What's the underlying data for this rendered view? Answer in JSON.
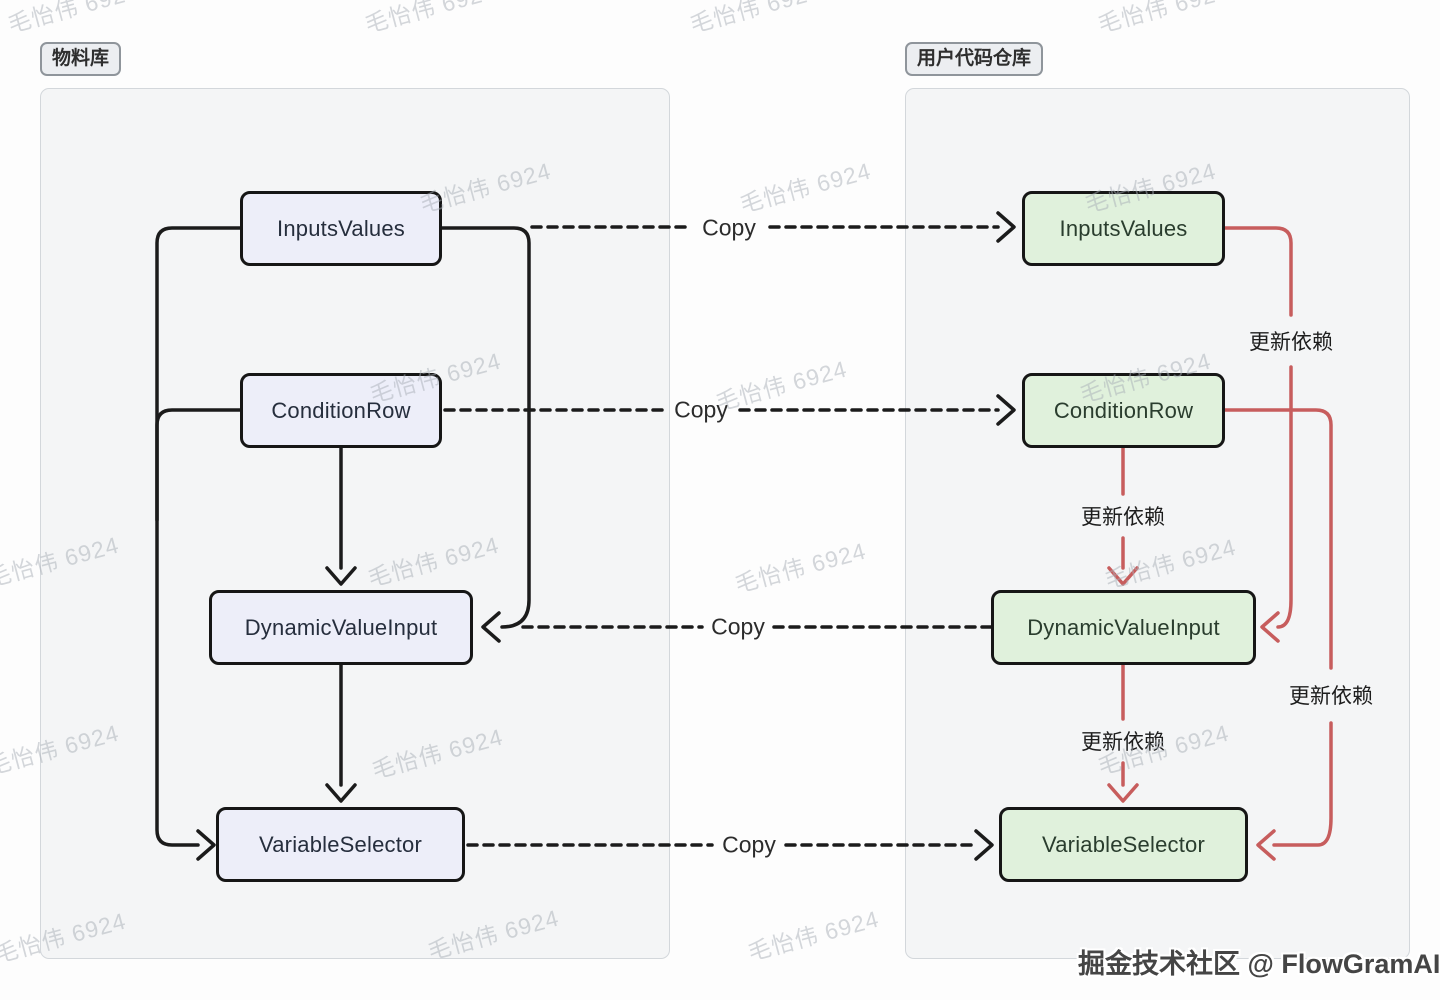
{
  "diagram": {
    "left_panel": {
      "label": "物料库",
      "nodes": [
        {
          "label": "InputsValues"
        },
        {
          "label": "ConditionRow"
        },
        {
          "label": "DynamicValueInput"
        },
        {
          "label": "VariableSelector"
        }
      ]
    },
    "right_panel": {
      "label": "用户代码仓库",
      "nodes": [
        {
          "label": "InputsValues"
        },
        {
          "label": "ConditionRow"
        },
        {
          "label": "DynamicValueInput"
        },
        {
          "label": "VariableSelector"
        }
      ]
    },
    "edge_labels": {
      "copy": "Copy",
      "update_dependency": "更新依赖"
    },
    "colors": {
      "left_node_fill": "#edeef9",
      "right_node_fill": "#e0f1dc",
      "node_border": "#161616",
      "edge_black": "#1b1b1b",
      "edge_red": "#c75d5d",
      "container_fill": "#f4f5f6"
    }
  },
  "watermark": {
    "text": "毛怡伟 6924"
  },
  "footer": {
    "text": "掘金技术社区 @ FlowGramAI"
  }
}
